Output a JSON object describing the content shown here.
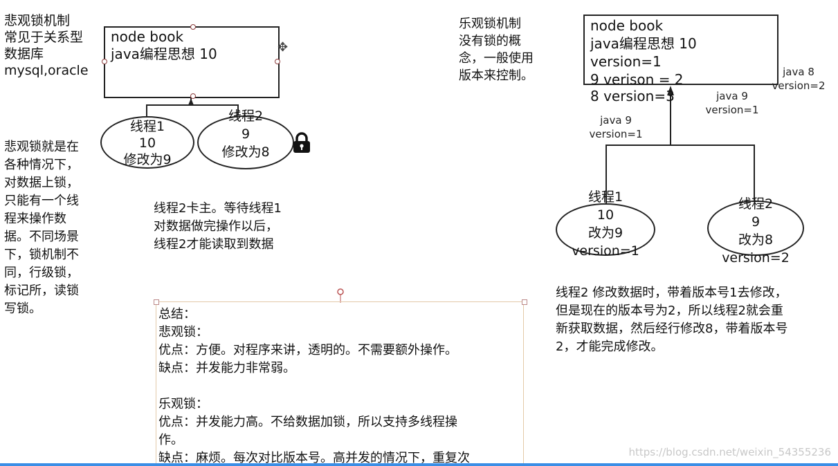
{
  "pessimistic": {
    "title": "悲观锁机制\n常见于关系型\n数据库\nmysql,oracle",
    "description": "悲观锁就是在\n各种情况下，\n对数据上锁，\n只能有一个线\n程来操作数\n据。不同场景\n下，锁机制不\n同，行级锁，\n标记所，读锁\n写锁。",
    "box_lines": [
      "node book",
      "java编程思想 10"
    ],
    "thread1": [
      "线程1",
      "10",
      "修改为9"
    ],
    "thread2": [
      "线程2",
      "9",
      "修改为8"
    ],
    "note": "线程2卡主。等待线程1\n对数据做完操作以后，\n线程2才能读取到数据",
    "lock_icon": "lock-icon",
    "move_icon": "move-icon"
  },
  "optimistic": {
    "title": "乐观锁机制\n没有锁的概\n念，一般使用\n版本来控制。",
    "box_lines": [
      "node book",
      "java编程思想 10",
      "version=1",
      "9 verison = 2"
    ],
    "box_extra": "8 version=3",
    "label_java8": "java 8\nversion=2",
    "label_java9_top": "java 9\nversion=1",
    "label_java9_left": "java 9\nversion=1",
    "thread1": [
      "线程1",
      "10",
      "改为9",
      "version=1"
    ],
    "thread2": [
      "线程2",
      "9",
      "改为8",
      "version=2"
    ],
    "note": "线程2 修改数据时，带着版本号1去修改，\n但是现在的版本号为2，所以线程2就会重\n新获取数据，然后经行修改8，带着版本号\n2，才能完成修改。"
  },
  "summary": {
    "lines": [
      "总结：",
      "悲观锁：",
      "优点：方便。对程序来讲，透明的。不需要额外操作。",
      "缺点：并发能力非常弱。",
      "",
      "乐观锁：",
      "优点：并发能力高。不给数据加锁，所以支持多线程操",
      "作。",
      "缺点：麻烦。每次对比版本号。高并发的情况下，重复次"
    ]
  },
  "watermark": "https://blog.csdn.net/weixin_54355236",
  "colors": {
    "accent": "#3a8ee6",
    "handle": "#8a3a3a",
    "summary_border": "#e3c9a8"
  }
}
